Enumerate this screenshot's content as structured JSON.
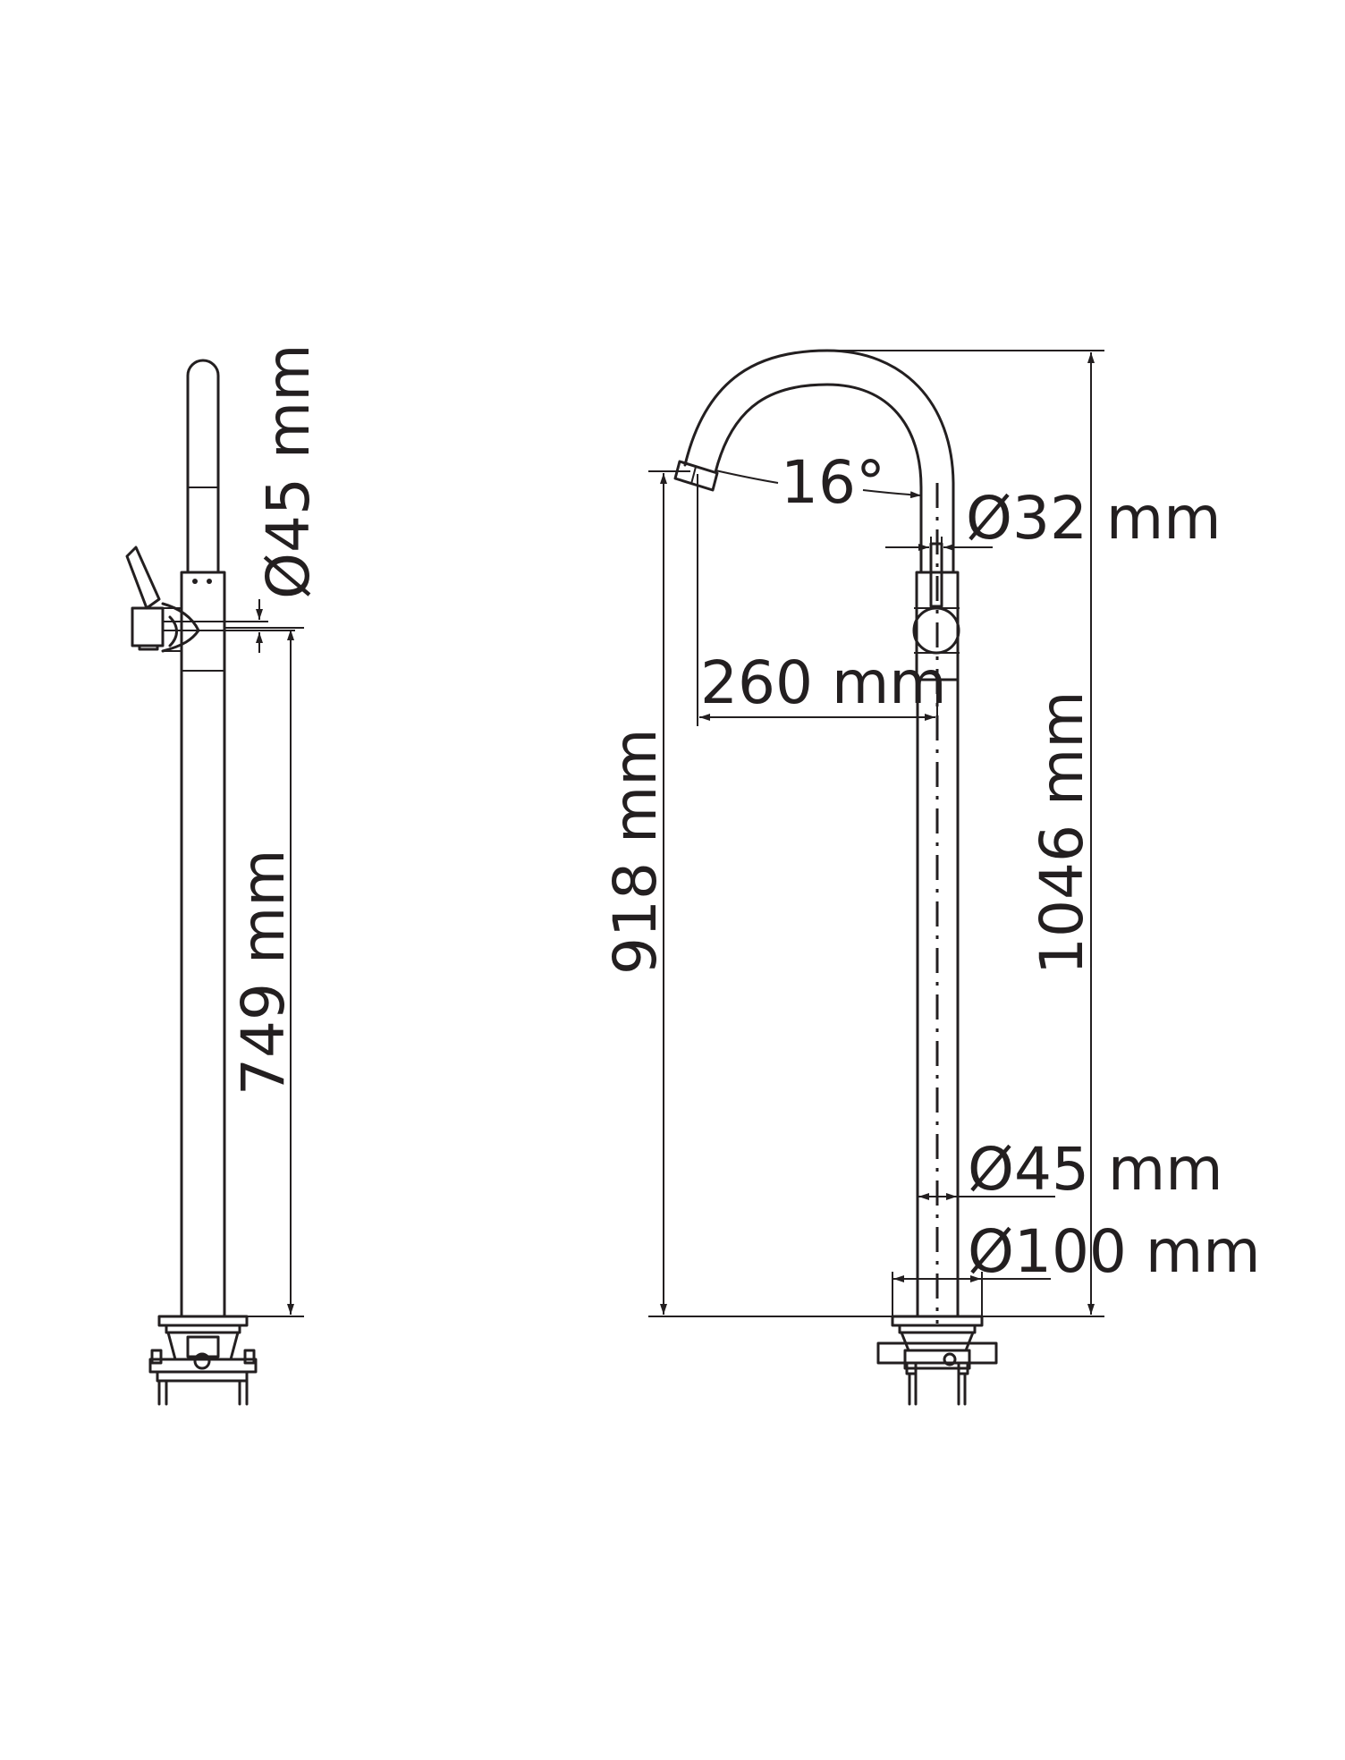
{
  "diagram": {
    "side_view": {
      "dim_body_diameter": "Ø45 mm",
      "dim_height": "749 mm"
    },
    "front_view": {
      "dim_angle": "16°",
      "dim_handle_diameter": "Ø32 mm",
      "dim_reach": "260 mm",
      "dim_spout_height": "918 mm",
      "dim_total_height": "1046 mm",
      "dim_pipe_diameter": "Ø45 mm",
      "dim_base_diameter": "Ø100 mm"
    }
  }
}
